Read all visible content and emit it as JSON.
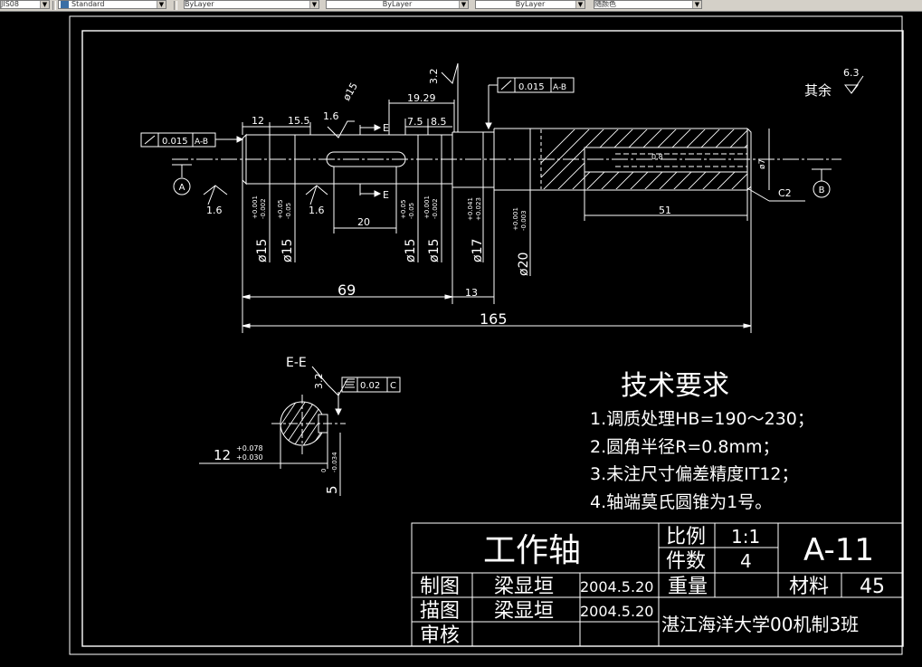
{
  "toolbar": {
    "combo_1": "JIS08",
    "combo_2": "Standard",
    "combo_3": "ByLayer",
    "combo_4": "ByLayer",
    "combo_5": "ByLayer",
    "combo_6": "随颜色"
  },
  "drawing": {
    "surface_rest_label": "其余",
    "surface_rest_value": "6.3",
    "roughness_16": "1.6",
    "roughness_32": "3.2",
    "datum_a": "A",
    "datum_b": "B",
    "datum_c": "C",
    "section_mark": "E",
    "section_title": "E-E",
    "tolerance_runout": "0.015",
    "tolerance_datum_ab": "A-B",
    "tolerance_sym": "0.02",
    "dims": {
      "d12": "12",
      "d155": "15.5",
      "d1929": "19.29",
      "d75": "7.5",
      "d85": "8.5",
      "d20": "20",
      "d69": "69",
      "d13": "13",
      "d165": "165",
      "d51": "51",
      "d7": "ø7",
      "d08": "0.8",
      "dia15": "ø15",
      "dia15_a": "ø15",
      "dia15_b": "ø15",
      "dia15_c": "ø15",
      "dia15_d": "ø15",
      "dia17": "ø17",
      "dia20": "ø20",
      "tol_a_up": "+0.001",
      "tol_a_lo": "-0.002",
      "tol_b_up": "+0.05",
      "tol_b_lo": "-0.05",
      "tol_c_up": "+0.05",
      "tol_c_lo": "-0.05",
      "tol_d_up": "+0.001",
      "tol_d_lo": "-0.002",
      "tol_17_up": "+0.041",
      "tol_17_lo": "+0.023",
      "tol_20_up": "+0.001",
      "tol_20_lo": "-0.003",
      "chamfer": "C2",
      "key_w": "12",
      "key_w_up": "+0.078",
      "key_w_lo": "+0.030",
      "key_d": "5",
      "key_d_up": "0",
      "key_d_lo": "-0.034"
    },
    "tech": {
      "title": "技术要求",
      "items": [
        "1.调质处理HB=190～230；",
        "2.圆角半径R=0.8mm；",
        "3.未注尺寸偏差精度IT12；",
        "4.轴端莫氏圆锥为1号。"
      ]
    },
    "title_block": {
      "part_name": "工作轴",
      "scale_label": "比例",
      "scale_value": "1:1",
      "count_label": "件数",
      "count_value": "4",
      "weight_label": "重量",
      "drawing_no": "A-11",
      "material_label": "材料",
      "material_value": "45",
      "drawn_label": "制图",
      "drawn_name": "梁显垣",
      "drawn_date": "2004.5.20",
      "traced_label": "描图",
      "traced_name": "梁显垣",
      "traced_date": "2004.5.20",
      "review_label": "审核",
      "school": "湛江海洋大学00机制3班"
    }
  }
}
